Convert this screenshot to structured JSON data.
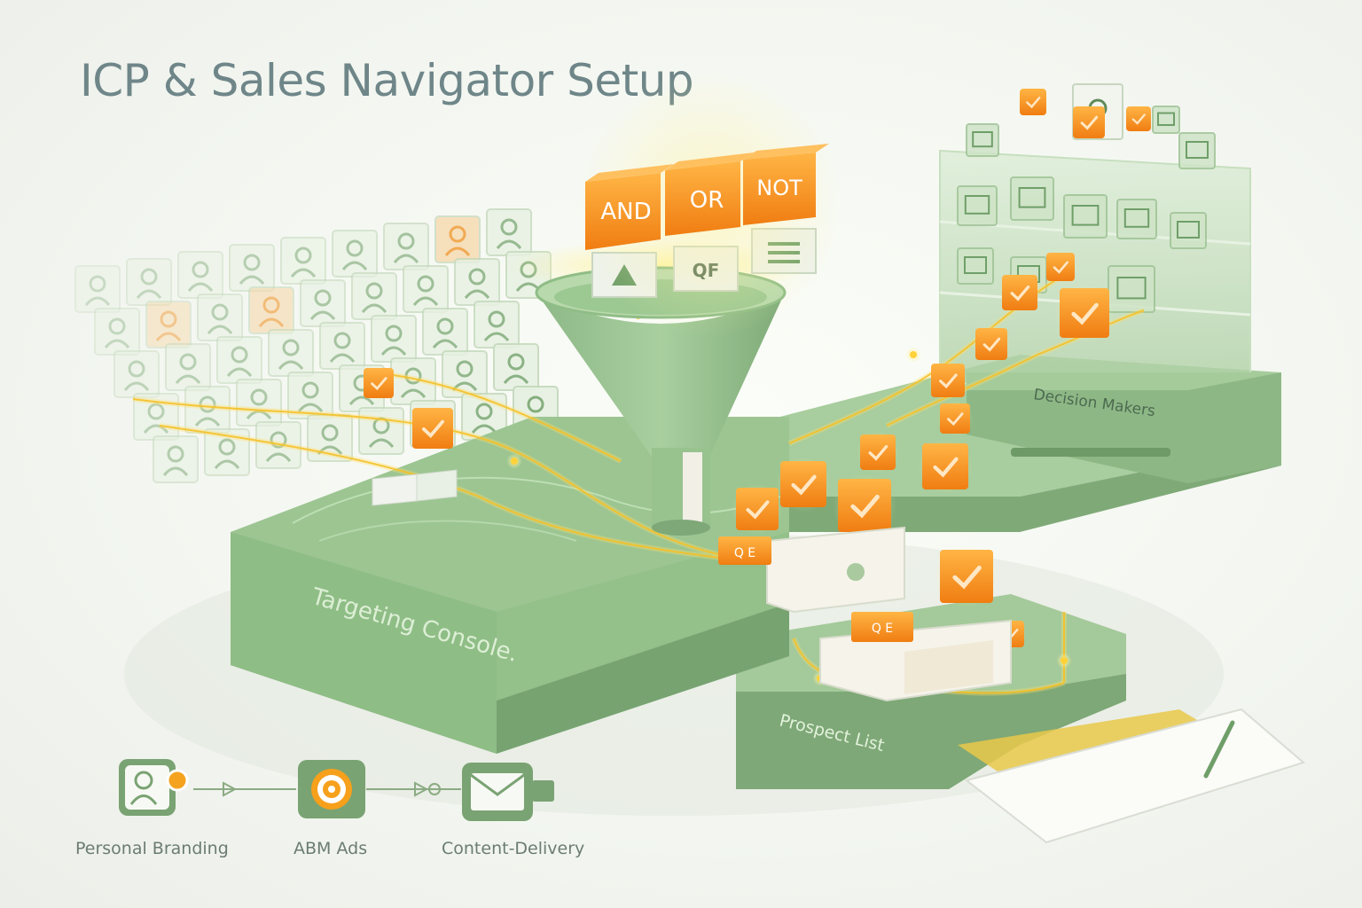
{
  "title": "ICP & Sales Navigator Setup",
  "logic_operators": [
    "AND",
    "OR",
    "NOT"
  ],
  "filter_tile_texts": [
    "QF"
  ],
  "tag_texts": [
    "Q E",
    "Q E"
  ],
  "stations": {
    "targeting_console": "Targeting Console.",
    "decision_makers": "Decision Makers",
    "prospect_list": "Prospect List"
  },
  "workflow": [
    {
      "label": "Personal Branding",
      "icon": "profile-badge-icon"
    },
    {
      "label": "ABM Ads",
      "icon": "target-icon"
    },
    {
      "label": "Content-Delivery",
      "icon": "envelope-icon"
    }
  ],
  "colors": {
    "green_platform": "#8fbe86",
    "green_dark": "#6f9f69",
    "orange_accent": "#f5921c",
    "glow": "#ffd84a",
    "workflow_icon": "#7aa373"
  }
}
